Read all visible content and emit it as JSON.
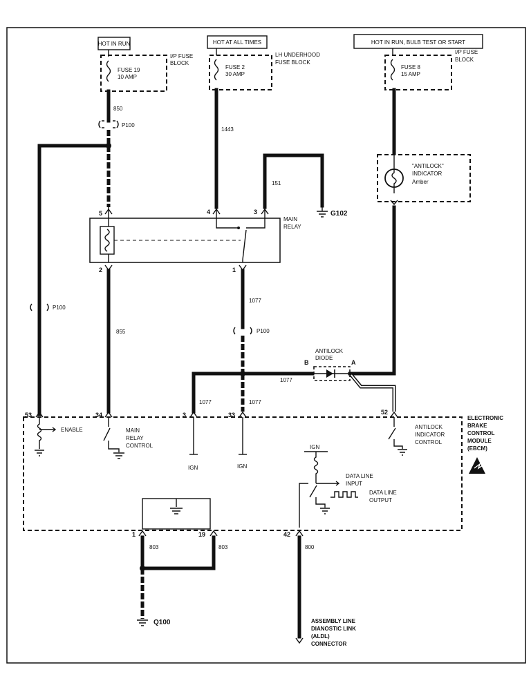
{
  "header_boxes": {
    "hot_in_run": "HOT IN RUN",
    "hot_at_all_times": "HOT AT ALL TIMES",
    "hot_in_run_bulb_test": "HOT IN RUN, BULB TEST OR START"
  },
  "fuse_blocks": {
    "ip_fuse_block_1": [
      "I/P FUSE",
      "BLOCK"
    ],
    "lh_underhood": [
      "LH UNDERHOOD",
      "FUSE BLOCK"
    ],
    "ip_fuse_block_2": [
      "I/P FUSE",
      "BLOCK"
    ]
  },
  "fuses": {
    "fuse19": {
      "name": "FUSE 19",
      "rating": "10 AMP"
    },
    "fuse2": {
      "name": "FUSE 2",
      "rating": "30 AMP"
    },
    "fuse8": {
      "name": "FUSE 8",
      "rating": "15 AMP"
    }
  },
  "wires": {
    "w850": "850",
    "w1443": "1443",
    "w151": "151",
    "w855": "855",
    "w1077_vert": "1077",
    "w1077_horiz": "1077",
    "w1077_pin3": "1077",
    "w1077_pin33": "1077",
    "w803_left": "803",
    "w803_right": "803",
    "w800": "800"
  },
  "connectors": {
    "p100_top": "P100",
    "p100_left": "P100",
    "p100_mid": "P100"
  },
  "grounds": {
    "g102": "G102",
    "g100": "Q100"
  },
  "indicator": [
    "\"ANTILOCK\"",
    "INDICATOR",
    "Amber"
  ],
  "main_relay": [
    "MAIN",
    "RELAY"
  ],
  "relay_pins": {
    "p5": "5",
    "p4": "4",
    "p3": "3",
    "p2": "2",
    "p1": "1"
  },
  "diode": {
    "label": [
      "ANTILOCK",
      "DIODE"
    ],
    "b": "B",
    "a": "A"
  },
  "ebcm_pins": {
    "p53": "53",
    "p34": "34",
    "p3": "3",
    "p33": "33",
    "p52": "52",
    "p1": "1",
    "p19": "19",
    "p42": "42"
  },
  "ebcm_labels": {
    "enable": "ENABLE",
    "main_relay_control": [
      "MAIN",
      "RELAY",
      "CONTROL"
    ],
    "antilock_indicator_control": [
      "ANTILOCK",
      "INDICATOR",
      "CONTROL"
    ],
    "ign_1": "IGN",
    "ign_2": "IGN",
    "ign_3": "IGN",
    "data_line_input": [
      "DATA LINE",
      "INPUT"
    ],
    "data_line_output": [
      "DATA LINE",
      "OUTPUT"
    ],
    "module_name": [
      "ELECTRONIC",
      "BRAKE",
      "CONTROL",
      "MODULE",
      "(EBCM)"
    ]
  },
  "aldl": [
    "ASSEMBLY LINE",
    "DIANOSTIC LINK",
    "(ALDL)",
    "CONNECTOR"
  ]
}
